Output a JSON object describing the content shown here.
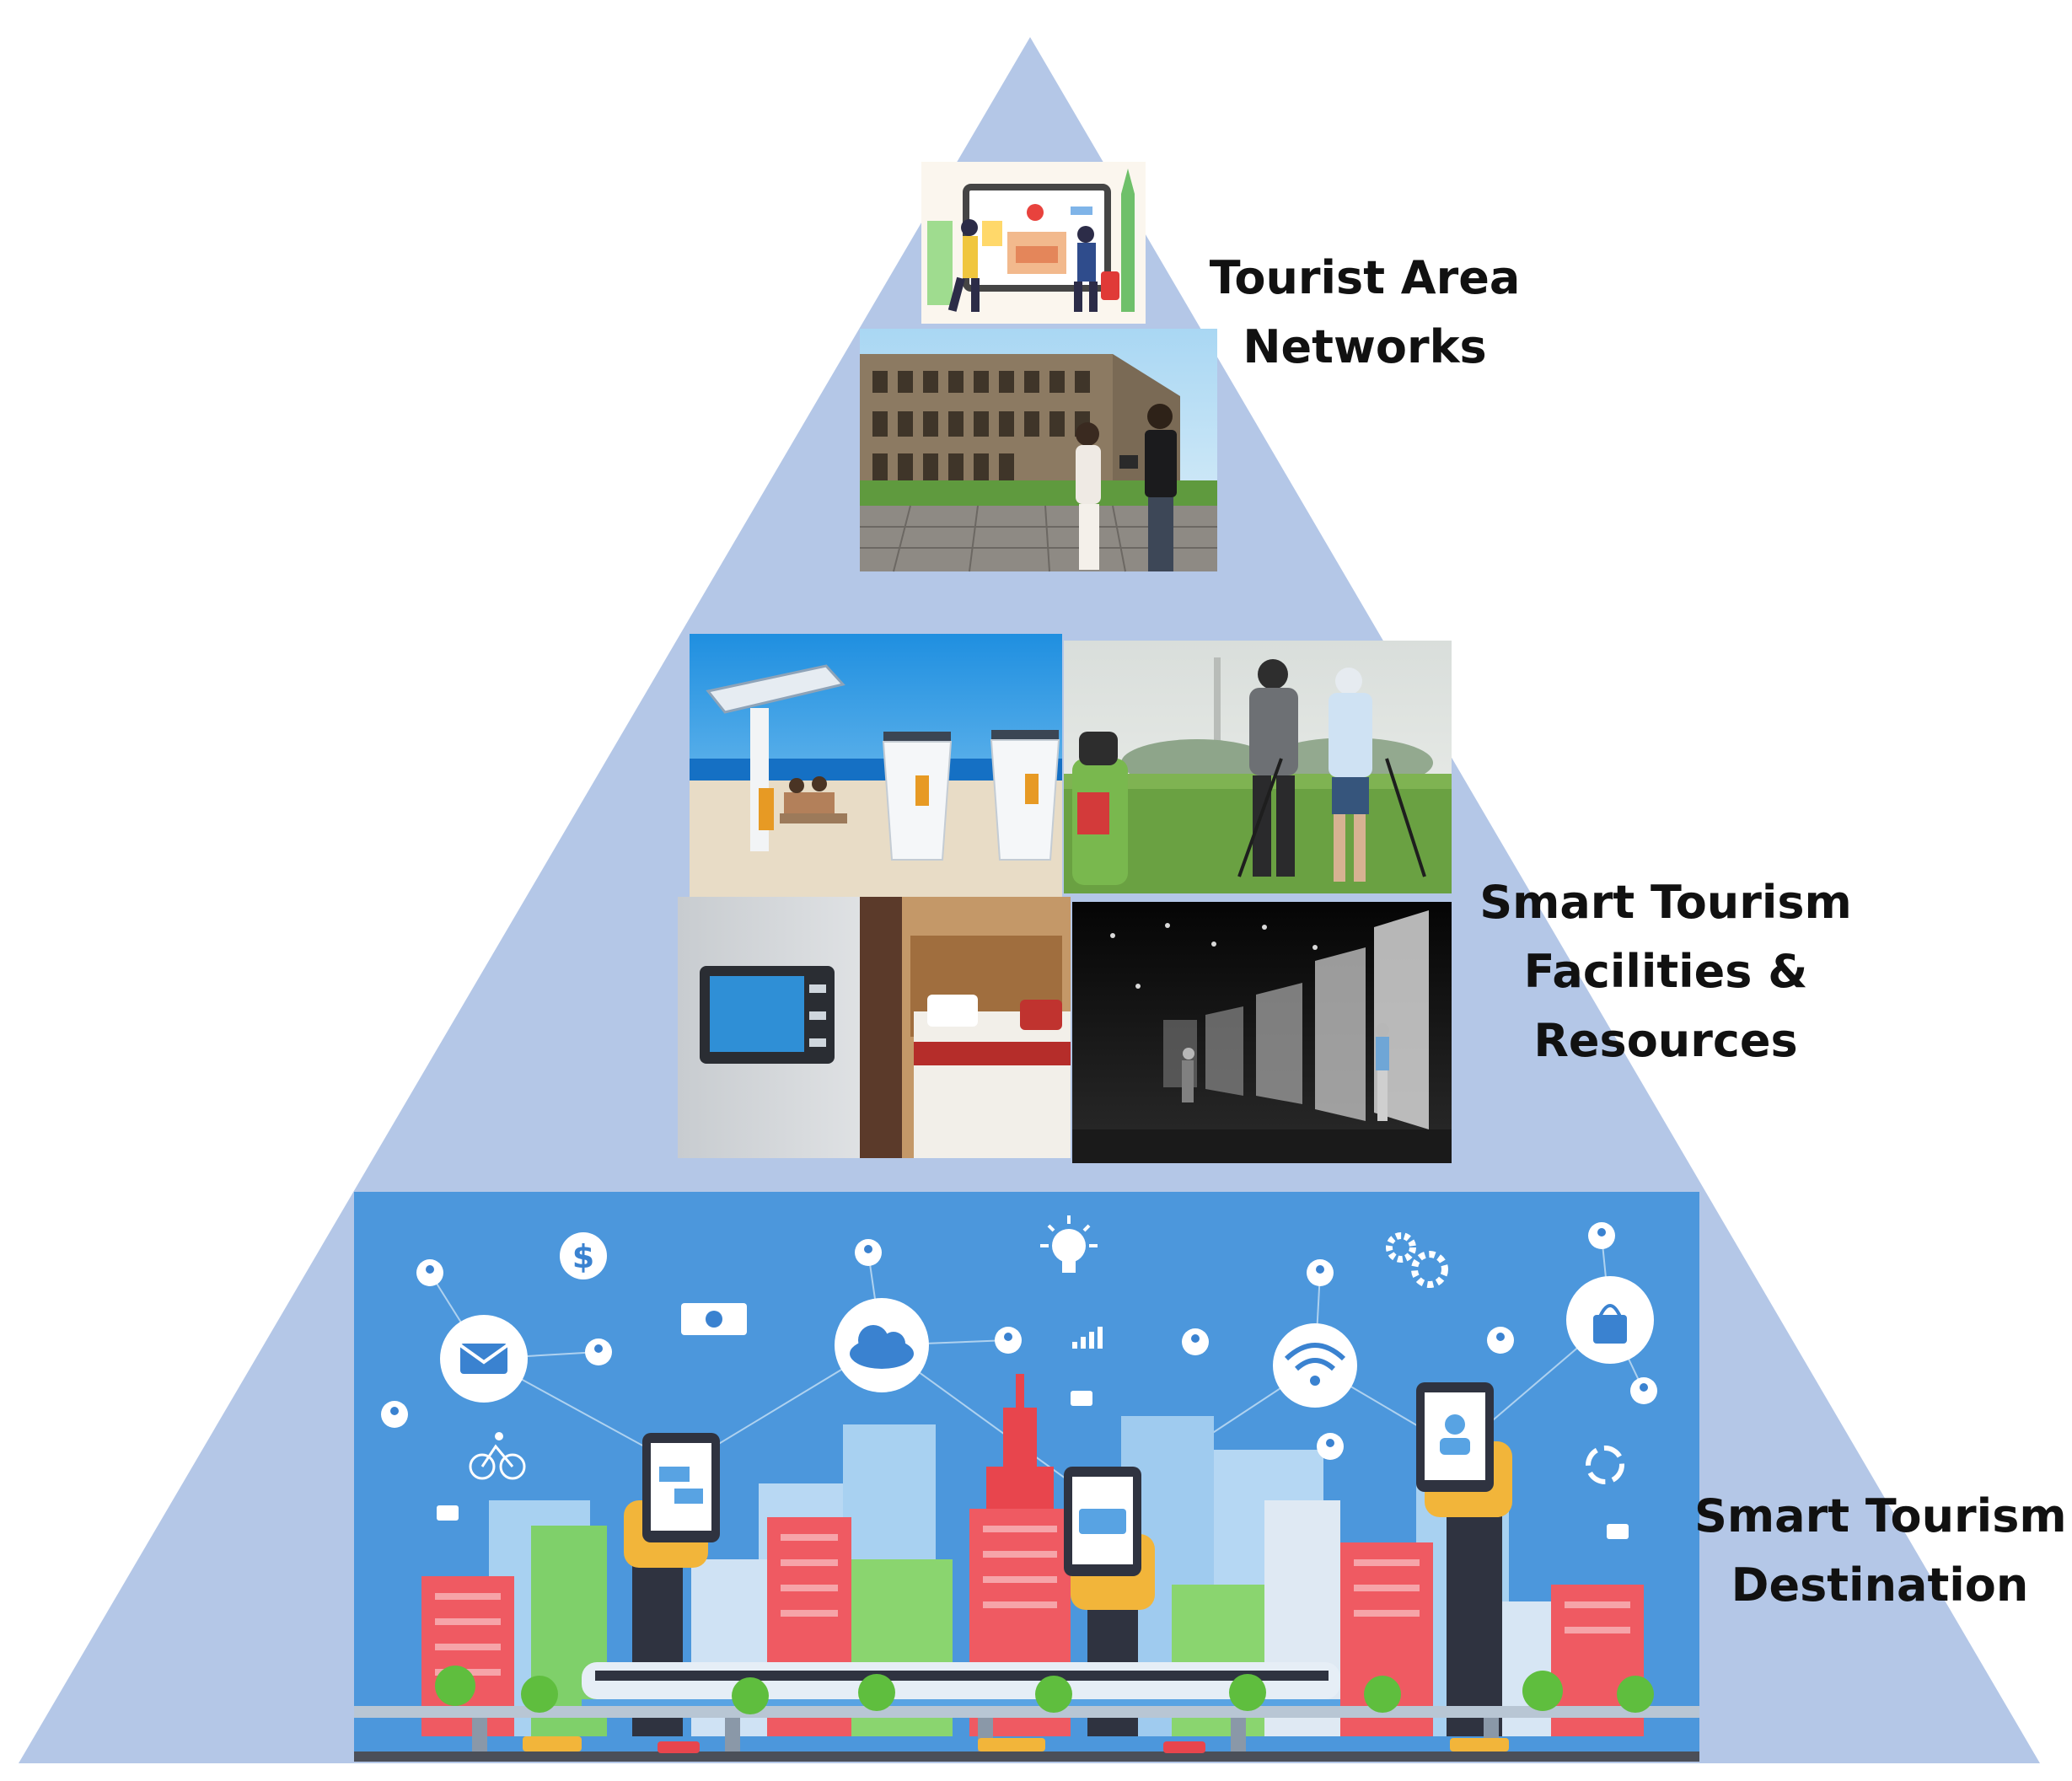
{
  "diagram": {
    "levels": [
      {
        "id": "top",
        "line1": "Tourist Area",
        "line2": "Networks",
        "line3": ""
      },
      {
        "id": "middle",
        "line1": "Smart Tourism",
        "line2": "Facilities &",
        "line3": "Resources"
      },
      {
        "id": "bottom",
        "line1": "Smart Tourism",
        "line2": "Destination",
        "line3": ""
      }
    ],
    "photos": {
      "top": [
        "smart-tourism-screen-illustration",
        "colosseum-tourists-photo"
      ],
      "middle": [
        "solar-charging-stations-beach-photo",
        "golfers-smart-device-photo",
        "hotel-room-smart-panel-photo",
        "digital-exhibition-hall-photo"
      ],
      "bottom": [
        "smart-city-connected-network-illustration"
      ]
    }
  },
  "colors": {
    "pyramid": "#b4c7e7",
    "city_sky": "#4c97dc",
    "label_text": "#111111"
  },
  "icons": [
    "mail-icon",
    "cloud-icon",
    "wifi-icon",
    "shopping-bag-icon",
    "dollar-icon",
    "lightbulb-icon",
    "gear-icon",
    "bicycle-icon",
    "recycle-icon",
    "person-icon",
    "video-icon",
    "signal-icon",
    "chat-icon",
    "credit-card-icon"
  ]
}
